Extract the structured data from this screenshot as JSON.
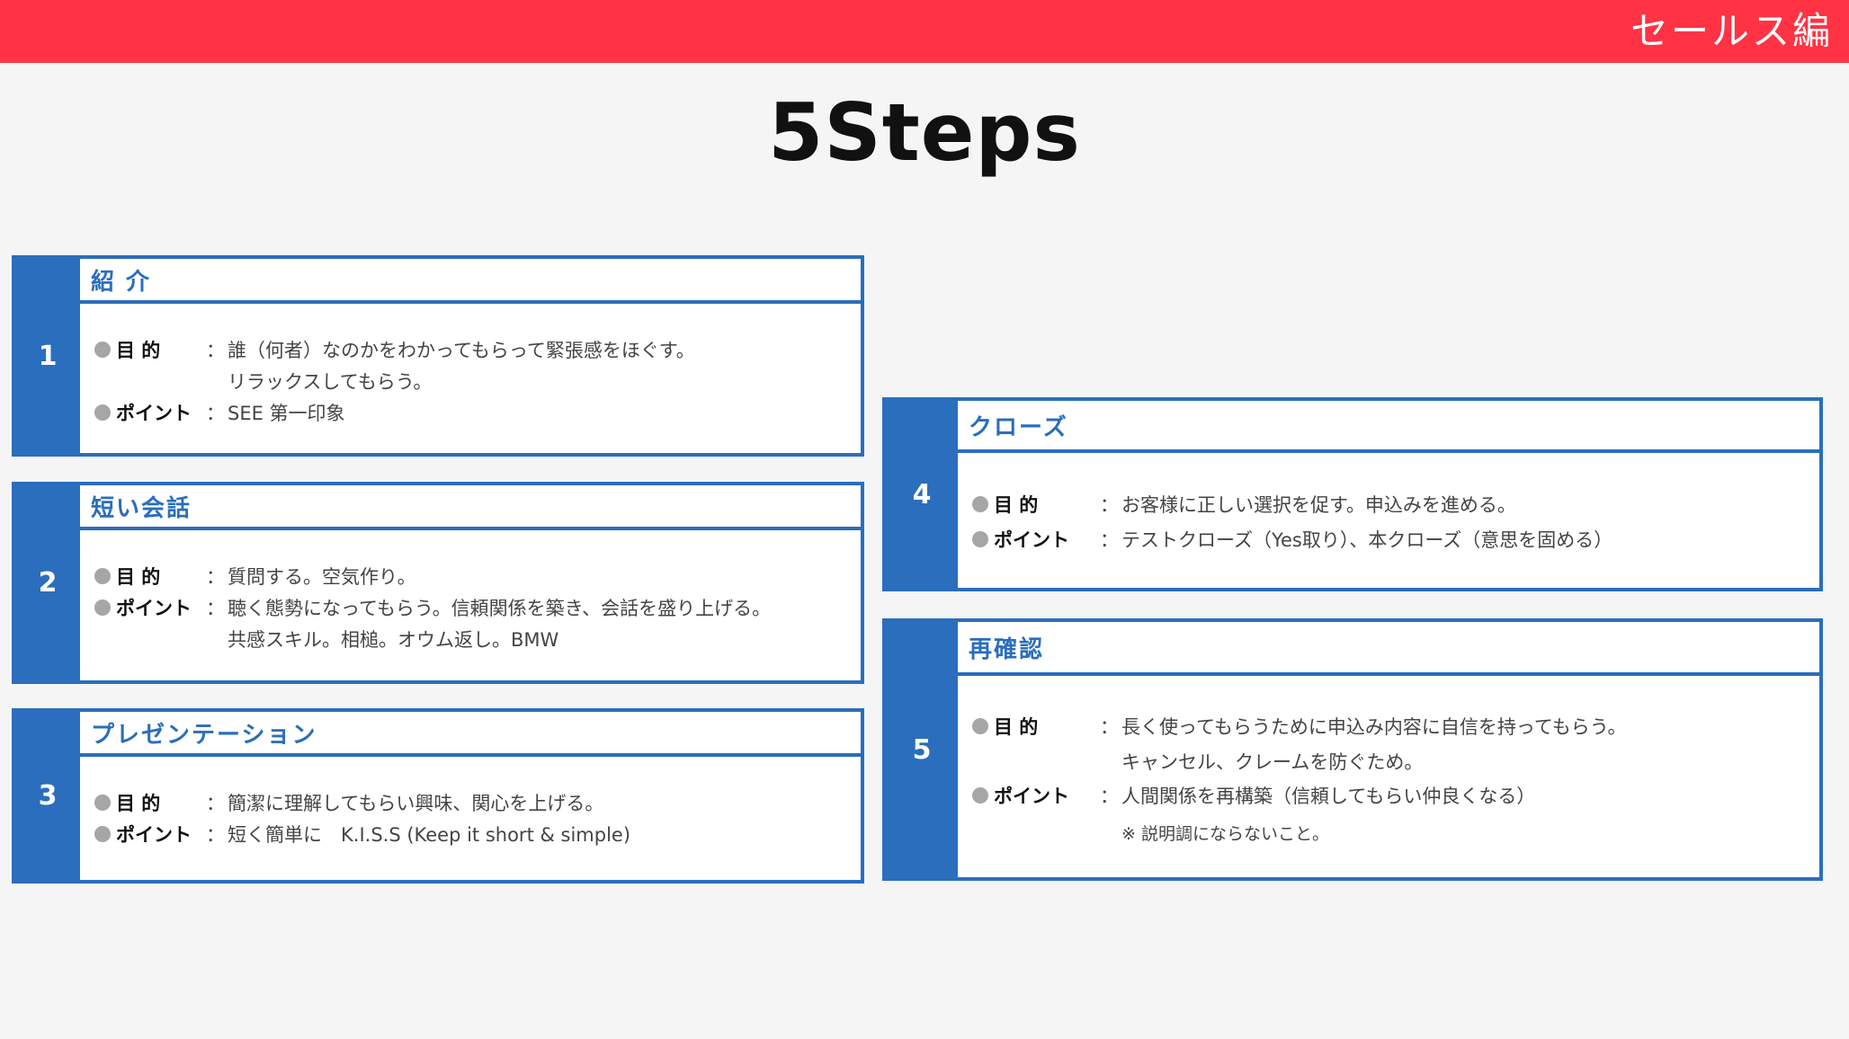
{
  "header": {
    "banner_title": "セールス編"
  },
  "page_title": "5Steps",
  "labels": {
    "purpose": "目 的",
    "point": "ポイント",
    "colon": "："
  },
  "steps": [
    {
      "number": "1",
      "title": "紹 介",
      "purpose": "誰（何者）なのかをわかってもらって緊張感をほぐす。",
      "purpose_cont": "リラックスしてもらう。",
      "point": "SEE 第一印象"
    },
    {
      "number": "2",
      "title": "短い会話",
      "purpose": "質問する。空気作り。",
      "point": "聴く態勢になってもらう。信頼関係を築き、会話を盛り上げる。",
      "point_cont": "共感スキル。相槌。オウム返し。BMW"
    },
    {
      "number": "3",
      "title": "プレゼンテーション",
      "purpose": "簡潔に理解してもらい興味、関心を上げる。",
      "point": "短く簡単に　K.I.S.S (Keep it short & simple)"
    },
    {
      "number": "4",
      "title": "クローズ",
      "purpose": "お客様に正しい選択を促す。申込みを進める。",
      "point": "テストクローズ（Yes取り）、本クローズ（意思を固める）"
    },
    {
      "number": "5",
      "title": "再確認",
      "purpose": "長く使ってもらうために申込み内容に自信を持ってもらう。",
      "purpose_cont": "キャンセル、クレームを防ぐため。",
      "point": "人間関係を再構築（信頼してもらい仲良くなる）",
      "note": "※ 説明調にならないこと。"
    }
  ],
  "colors": {
    "banner": "#ff3344",
    "accent": "#2a6ebd",
    "background": "#f5f5f5"
  }
}
